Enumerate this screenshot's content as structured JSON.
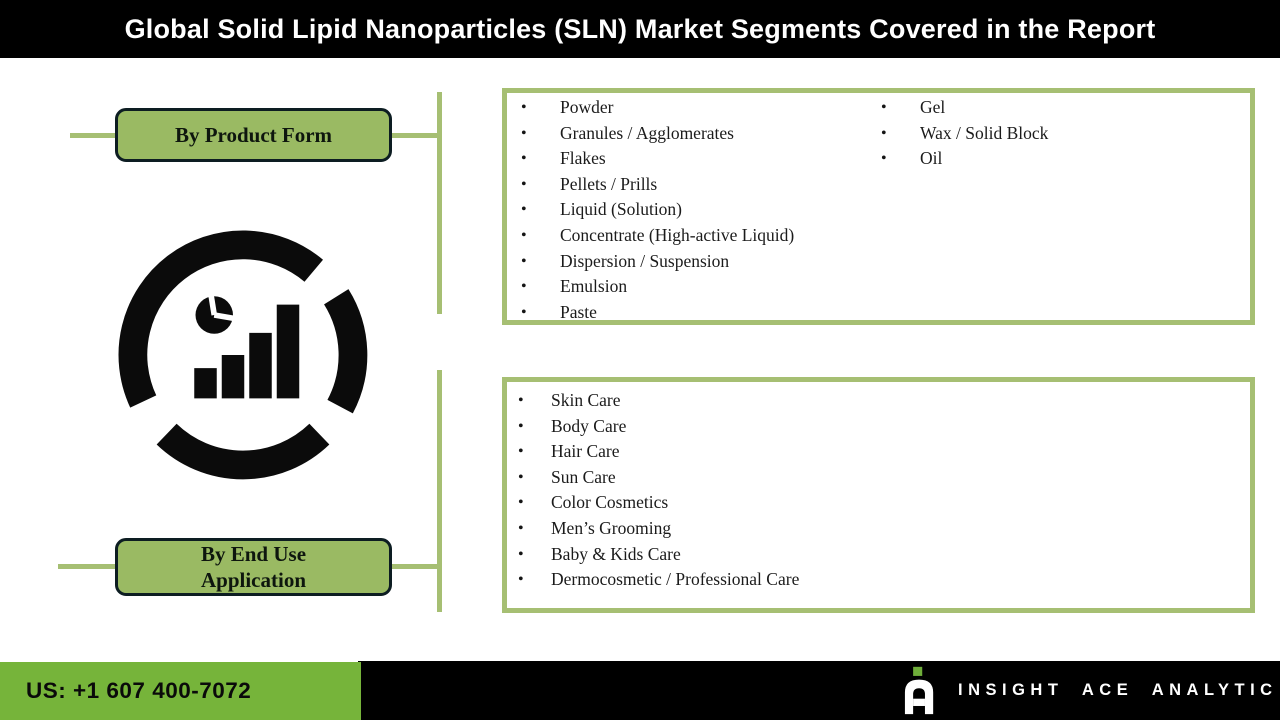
{
  "header": {
    "title": "Global Solid Lipid Nanoparticles (SLN) Market Segments Covered in the Report"
  },
  "segments": [
    {
      "label": "By Product Form",
      "columns": [
        [
          "Powder",
          "Granules / Agglomerates",
          "Flakes",
          "Pellets / Prills",
          "Liquid (Solution)",
          "Concentrate (High-active Liquid)",
          "Dispersion / Suspension",
          "Emulsion",
          "Paste"
        ],
        [
          "Gel",
          "Wax / Solid Block",
          "Oil"
        ]
      ]
    },
    {
      "label": "By End Use Application",
      "columns": [
        [
          "Skin Care",
          "Body Care",
          "Hair Care",
          "Sun Care",
          "Color Cosmetics",
          "Men’s Grooming",
          "Baby & Kids Care",
          "Dermocosmetic / Professional Care"
        ],
        []
      ]
    }
  ],
  "icons": {
    "center_icon": "segmented-ring-with-bar-and-pie-chart",
    "logo_icon": "insight-ace-stylized-a-with-green-dot"
  },
  "footer": {
    "phone": "US: +1 607 400-7072",
    "brand": "INSIGHT ACE ANALYTIC"
  },
  "colors": {
    "header_bg": "#000000",
    "accent_olive": "#a6bf73",
    "label_green": "#9aba63",
    "label_border": "#0d1d22",
    "footer_green": "#76b43a",
    "icon_black": "#0b0b0b"
  }
}
